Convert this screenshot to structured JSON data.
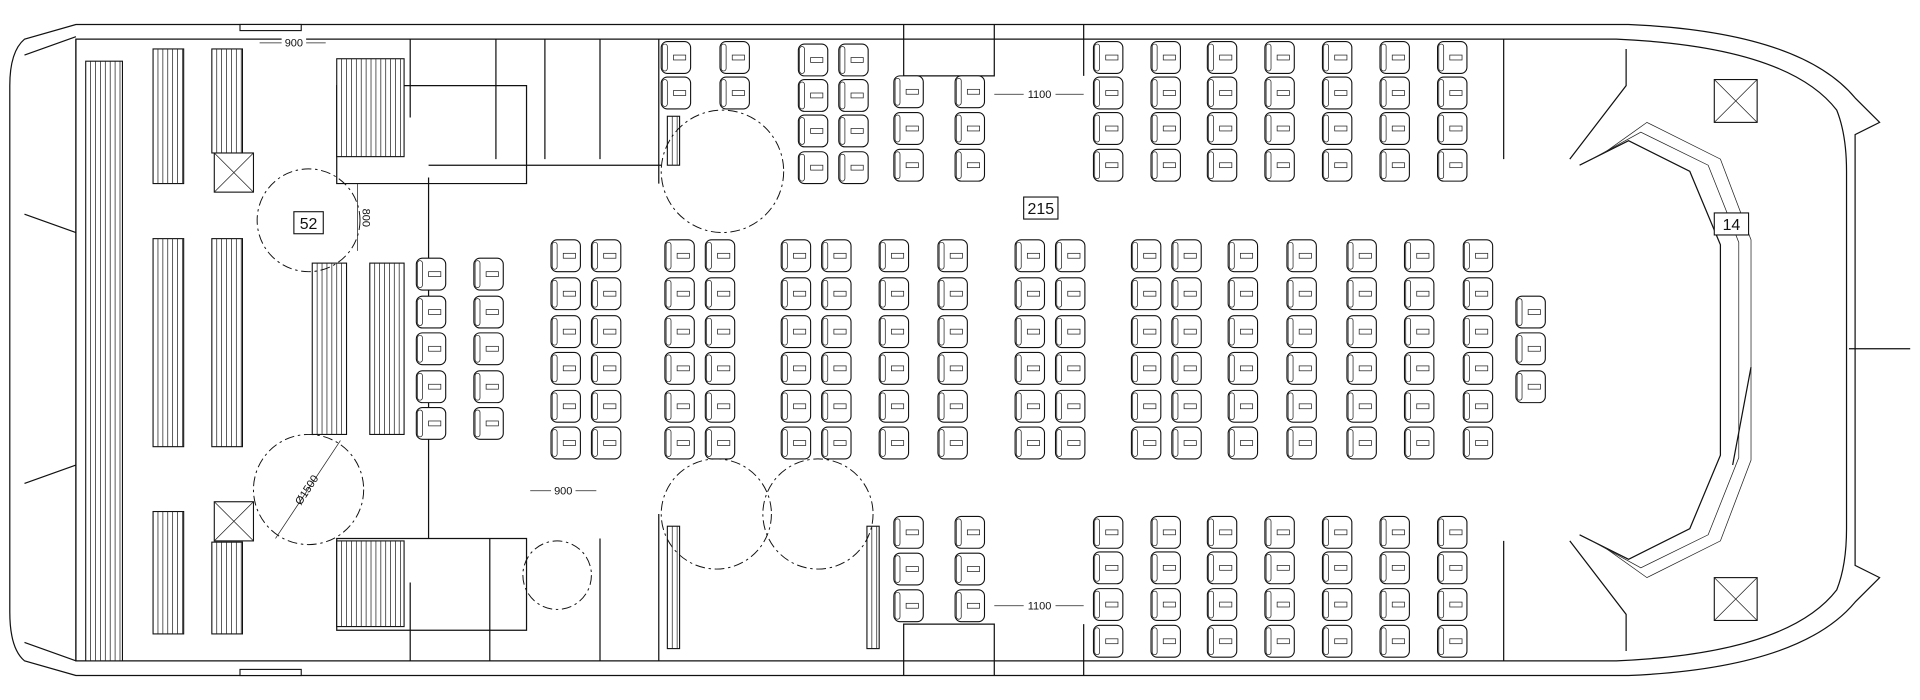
{
  "title": "Passenger deck seating plan",
  "zones": [
    {
      "label": "52"
    },
    {
      "label": "215"
    },
    {
      "label": "14"
    }
  ],
  "dimensions": {
    "top_left_clearance": "900",
    "vertical_clearance": "800",
    "turning_circle": "Ø1500",
    "lower_door_clearance": "900",
    "top_aisle": "1100",
    "bottom_aisle": "1100"
  },
  "colors": {
    "line": "#111111",
    "background": "#ffffff"
  }
}
